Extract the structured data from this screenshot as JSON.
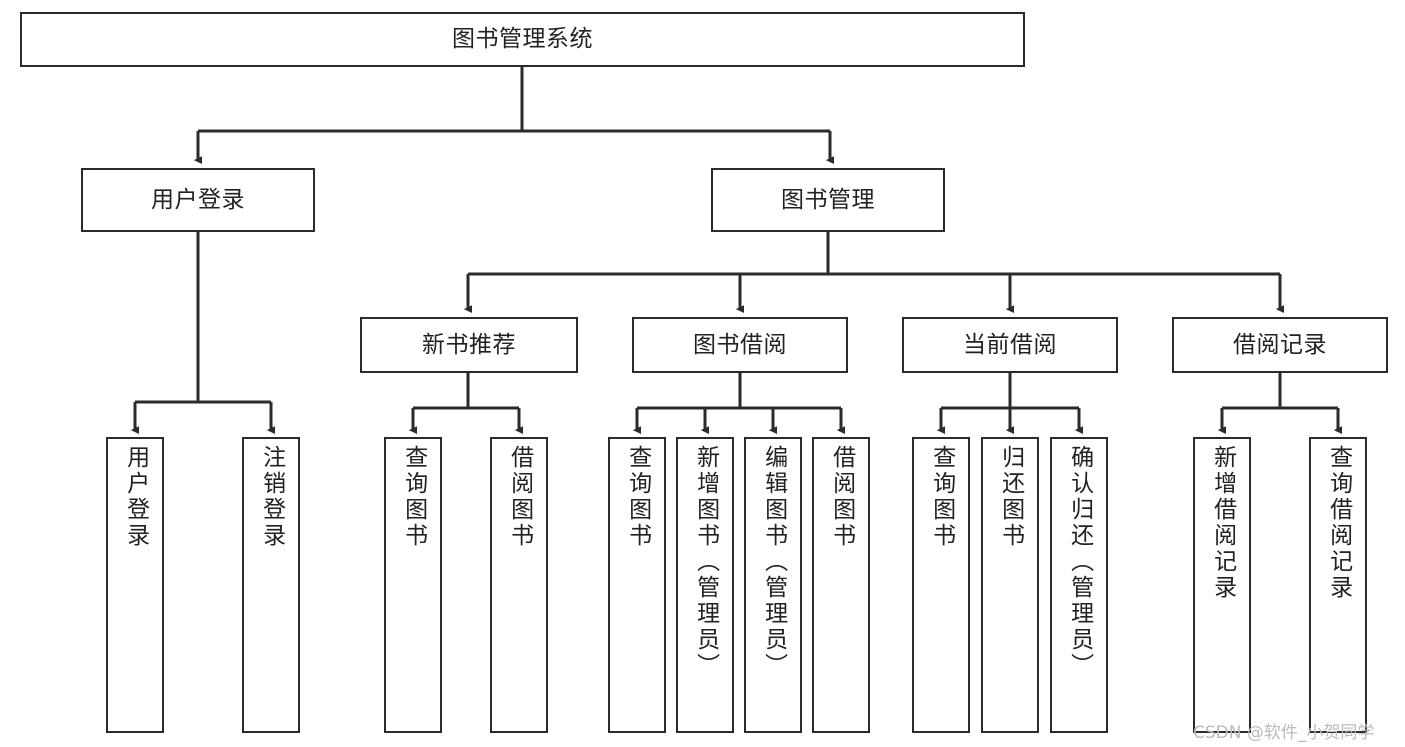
{
  "diagram": {
    "title": "图书管理系统",
    "type": "tree-hierarchy-chart",
    "colors": {
      "box_border": "#2b2b2b",
      "box_fill": "#ffffff",
      "edge": "#2b2b2b",
      "text": "#222222",
      "watermark": "#b9bbbd",
      "background": "#ffffff"
    },
    "root": {
      "label": "图书管理系统"
    },
    "level2": [
      {
        "label": "用户登录"
      },
      {
        "label": "图书管理"
      }
    ],
    "level3": [
      {
        "label": "新书推荐"
      },
      {
        "label": "图书借阅"
      },
      {
        "label": "当前借阅"
      },
      {
        "label": "借阅记录"
      }
    ],
    "leaves": {
      "user_login": [
        {
          "label": "用户登录"
        },
        {
          "label": "注销登录"
        }
      ],
      "new_book_recommend": [
        {
          "label": "查询图书"
        },
        {
          "label": "借阅图书"
        }
      ],
      "book_borrow": [
        {
          "label": "查询图书"
        },
        {
          "label": "新增图书（管理员）"
        },
        {
          "label": "编辑图书（管理员）"
        },
        {
          "label": "借阅图书"
        }
      ],
      "current_borrow": [
        {
          "label": "查询图书"
        },
        {
          "label": "归还图书"
        },
        {
          "label": "确认归还（管理员）"
        }
      ],
      "borrow_records": [
        {
          "label": "新增借阅记录"
        },
        {
          "label": "查询借阅记录"
        }
      ]
    },
    "watermark": "CSDN @软件_小贺同学"
  }
}
